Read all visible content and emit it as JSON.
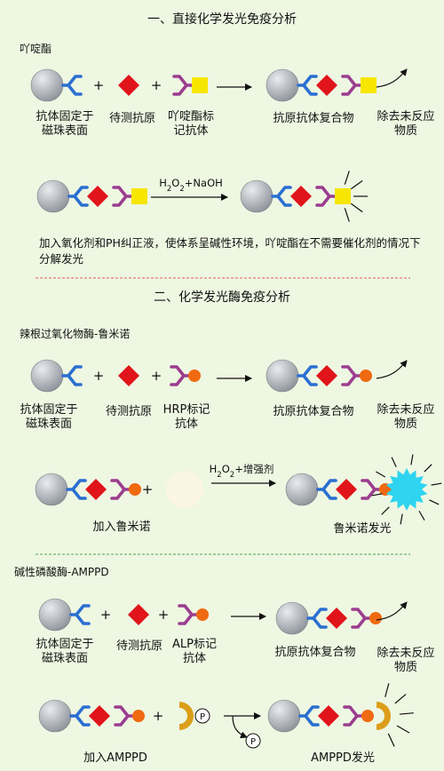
{
  "section1": {
    "title": "一、直接化学发光免疫分析",
    "label": "吖啶酯",
    "row1": {
      "bead_label": [
        "抗体固定于",
        "磁珠表面"
      ],
      "antigen_label": "待测抗原",
      "conj_label": [
        "吖啶酯标",
        "记抗体"
      ],
      "complex_label": "抗原抗体复合物",
      "remove_label": [
        "除去未反应",
        "物质"
      ],
      "plus": "+"
    },
    "row2": {
      "reagent_formula": "H2O2+NaOH",
      "note": "加入氧化剂和PH纠正液，使体系呈碱性环境，吖啶酯在不需要催化剂的情况下分解发光"
    }
  },
  "section2": {
    "title": "二、化学发光酶免疫分析",
    "label": "辣根过氧化物酶-鲁米诺",
    "row1": {
      "bead_label": [
        "抗体固定于",
        "磁珠表面"
      ],
      "antigen_label": "待测抗原",
      "conj_label": [
        "HRP标记",
        "抗体"
      ],
      "complex_label": "抗原抗体复合物",
      "remove_label": [
        "除去未反应",
        "物质"
      ]
    },
    "row2": {
      "reagent_formula": "H2O2+增强剂",
      "add_label": "加入鲁米诺",
      "result_label": "鲁米诺发光"
    },
    "label2": "碱性磷酸酶-AMPPD",
    "row3": {
      "bead_label": [
        "抗体固定于",
        "磁珠表面"
      ],
      "antigen_label": "待测抗原",
      "conj_label": [
        "ALP标记",
        "抗体"
      ],
      "complex_label": "抗原抗体复合物",
      "remove_label": [
        "除去未反应",
        "物质"
      ]
    },
    "row4": {
      "phosphate": "P",
      "add_label": "加入AMPPD",
      "result_label": "AMPPD发光"
    }
  },
  "colors": {
    "background": "#eef7e2",
    "bead": "#a9adb3",
    "antibody": "#2a6fd1",
    "antigen": "#e0141a",
    "conj_antibody": "#9b3d8f",
    "acridinium": "#f7e600",
    "enzyme": "#f06a12",
    "luminol": "#fbf6e3",
    "glow": "#2fd4f0",
    "amppd": "#dc9e19",
    "red_divider": "#e25c5c",
    "green_divider": "#4aa84a"
  }
}
